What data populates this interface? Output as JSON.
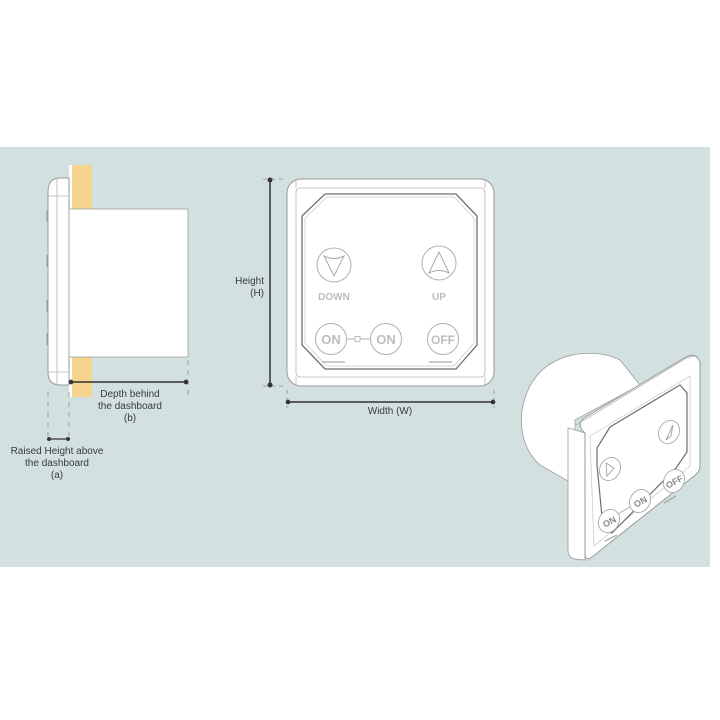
{
  "colors": {
    "background": "#ffffff",
    "band": "#d3e0e0",
    "dashboard": "#f4d48e",
    "device": "#ffffff",
    "outline": "#9a9a9a",
    "dimension_line": "#333333",
    "button_text": "#bdbdbd"
  },
  "side_view": {
    "depth_label_line1": "Depth behind",
    "depth_label_line2": "the dashboard",
    "depth_label_line3": "(b)",
    "raised_label_line1": "Raised Height above",
    "raised_label_line2": "the dashboard",
    "raised_label_line3": "(a)"
  },
  "front_view": {
    "height_label_line1": "Height",
    "height_label_line2": "(H)",
    "width_label": "Width (W)",
    "buttons": {
      "down": {
        "icon": "down-arrow-icon",
        "label": "DOWN"
      },
      "up": {
        "icon": "up-arrow-icon",
        "label": "UP"
      },
      "on_left": {
        "label": "ON"
      },
      "on_right": {
        "label": "ON"
      },
      "off": {
        "label": "OFF"
      }
    }
  },
  "iso_view": {
    "buttons": {
      "on_left": "ON",
      "on_right": "ON",
      "off": "OFF"
    }
  }
}
